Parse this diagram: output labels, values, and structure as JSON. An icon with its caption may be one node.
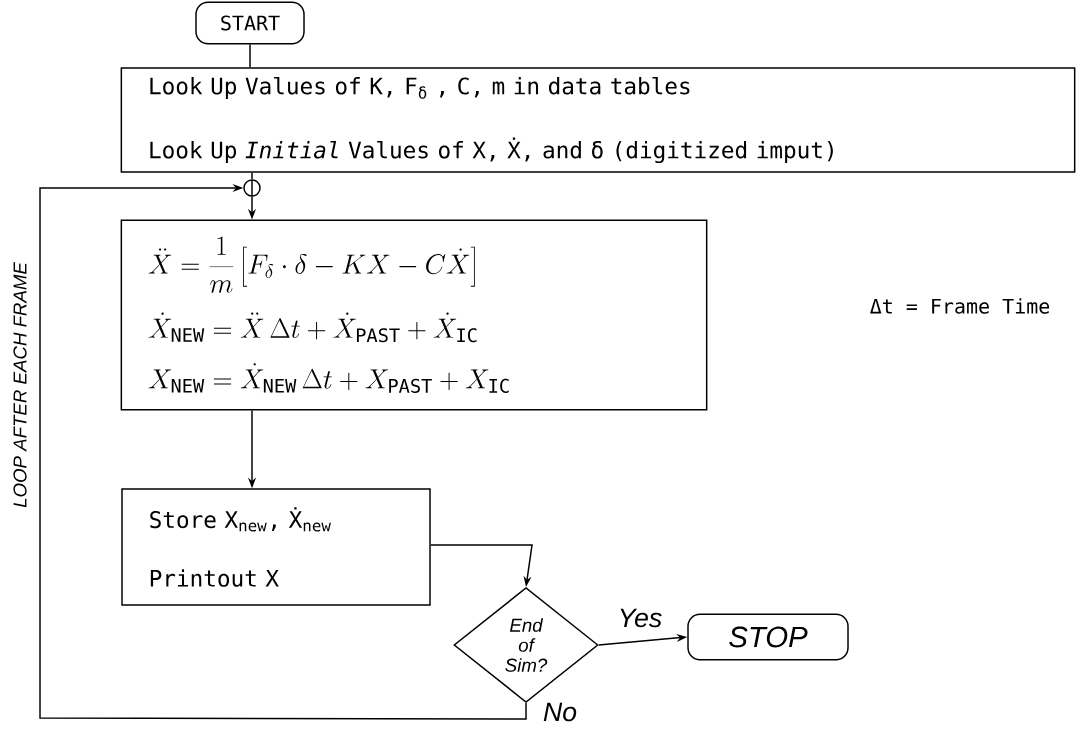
{
  "diagram": {
    "nodes": [
      {
        "text": [
          "START"
        ]
      },
      {
        "text": [
          "Look Up Values of K, F$_{δ}$ , C, m in data tables",
          "Look Up *Initial* Values of X, Ẋ, and δ (digitized imput)"
        ]
      },
      {
        "text": [],
        "shape": "circle"
      },
      {
        "text": [
          "\\ddot{X} = \\frac{1}{m}\\left[F_{\\delta}\\cdot\\delta - KX - C\\dot{X}\\right]",
          "\\dot{X}_{\\mathrm{NEW}} = \\ddot{X}\\,\\Delta t + \\dot{X}_{\\mathrm{PAST}} + \\dot{X}_{\\mathrm{IC}}",
          "X_{\\mathrm{NEW}} = \\dot{X}_{\\mathrm{NEW}}\\,\\Delta t + X_{\\mathrm{PAST}} + X_{\\mathrm{IC}}"
        ]
      },
      {
        "text": [
          "Store X$_{new}$, Ẋ$_{new}$",
          "Printout  X"
        ]
      },
      {
        "text": [
          "End of Sim?"
        ]
      },
      {
        "text": [
          "STOP"
        ]
      }
    ],
    "edges": [
      {
        "from": 0,
        "to": 1,
        "arrow": "none"
      },
      {
        "from": 1,
        "to": 2,
        "arrow": "none"
      },
      {
        "from": 2,
        "to": 3,
        "arrow": "to"
      },
      {
        "from": 3,
        "to": 4,
        "arrow": "to"
      },
      {
        "from": 4,
        "to": 5,
        "arrow": "to"
      },
      {
        "from": 5,
        "to": 6,
        "arrow": "to",
        "label": "Yes"
      },
      {
        "from": 5,
        "to": 2,
        "arrow": "to",
        "label": "No"
      }
    ],
    "labels": [
      "Δt = Frame Time",
      "LOOP AFTER EACH FRAME"
    ]
  }
}
